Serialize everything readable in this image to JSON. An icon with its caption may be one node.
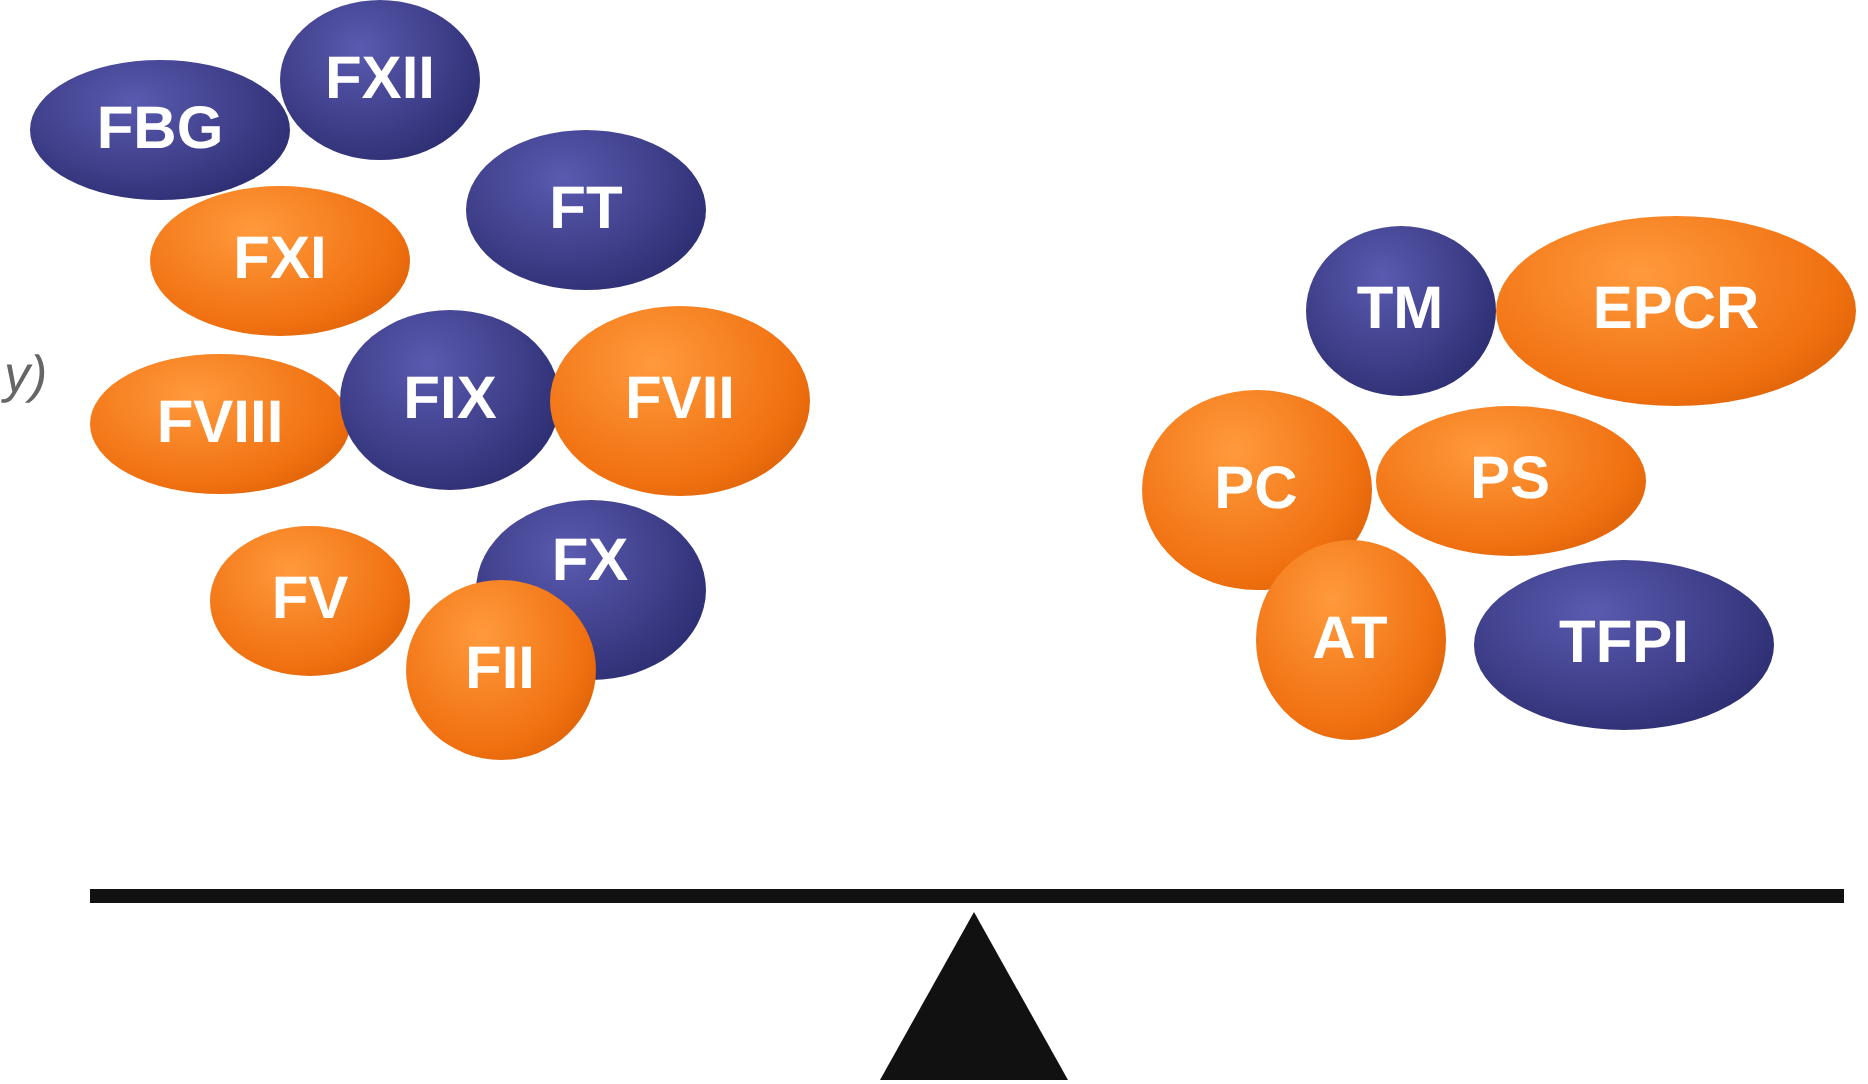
{
  "diagram": {
    "nodes": [
      {
        "text": [
          "FBG"
        ]
      },
      {
        "text": [
          "FXII"
        ]
      },
      {
        "text": [
          "FT"
        ]
      },
      {
        "text": [
          "FXI"
        ]
      },
      {
        "text": [
          "FVIII"
        ]
      },
      {
        "text": [
          "FIX"
        ]
      },
      {
        "text": [
          "FVII"
        ]
      },
      {
        "text": [
          "FX"
        ]
      },
      {
        "text": [
          "FV"
        ]
      },
      {
        "text": [
          "FII"
        ]
      },
      {
        "text": [
          "TM"
        ]
      },
      {
        "text": [
          "EPCR"
        ]
      },
      {
        "text": [
          "PC"
        ]
      },
      {
        "text": [
          "PS"
        ]
      },
      {
        "text": [
          "AT"
        ]
      },
      {
        "text": [
          "TFPI"
        ]
      }
    ],
    "labels": [
      "y)"
    ]
  }
}
